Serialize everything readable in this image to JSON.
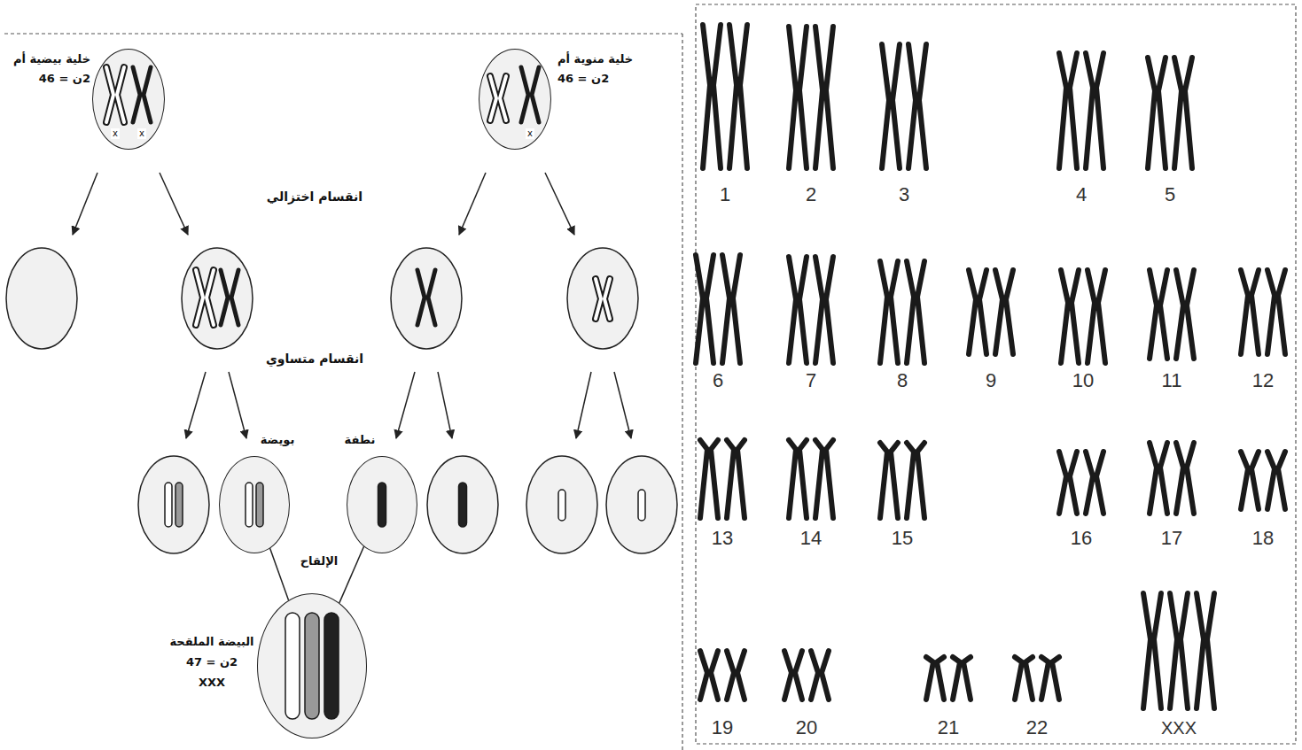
{
  "diagram": {
    "nodes": [
      {
        "text": [
          "خلية بيضية أم",
          "2ن = 46"
        ]
      },
      {
        "text": [
          "خلية منوية أم",
          "2ن = 46"
        ]
      },
      {
        "text": [
          "بويضة"
        ]
      },
      {
        "text": [
          "نطفة"
        ]
      },
      {
        "text": [
          "البيضة الملقحة",
          "2ن = 47",
          "XXX"
        ]
      }
    ],
    "edges": [
      {
        "from": 2,
        "to": 4,
        "arrow": "none"
      },
      {
        "from": 3,
        "to": 4,
        "arrow": "none"
      }
    ],
    "labels": [
      "انقسام اختزالي",
      "انقسام متساوي",
      "الإلقاح",
      "x",
      "x",
      "x",
      "1",
      "2",
      "3",
      "4",
      "5",
      "6",
      "7",
      "8",
      "9",
      "10",
      "11",
      "12",
      "13",
      "14",
      "15",
      "16",
      "17",
      "18",
      "19",
      "20",
      "21",
      "22",
      "XXX"
    ]
  }
}
